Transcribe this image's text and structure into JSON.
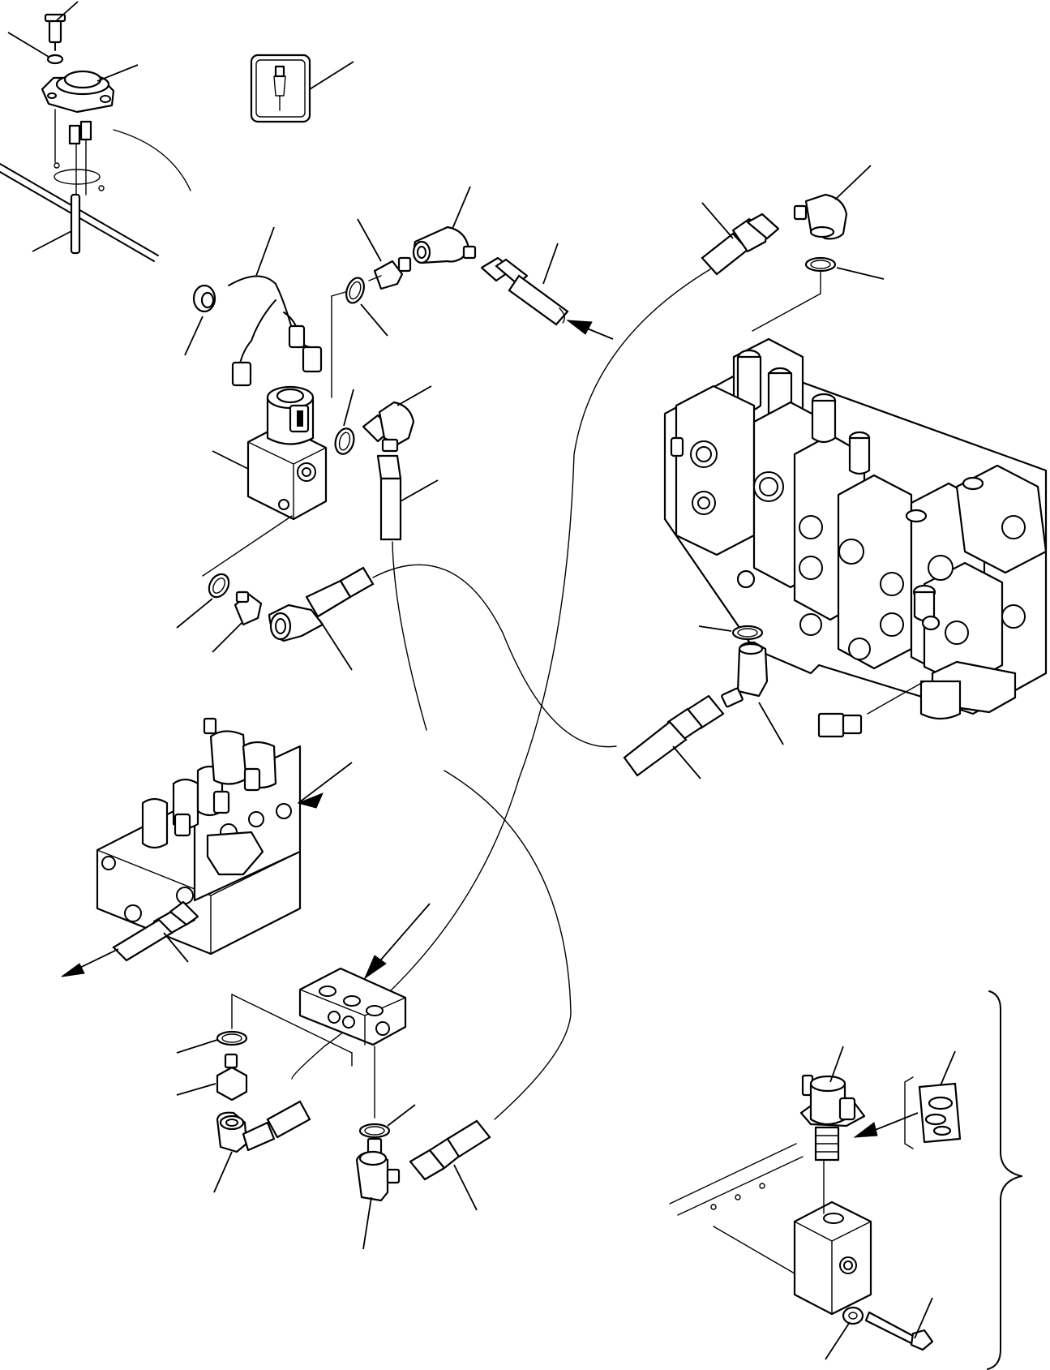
{
  "diagram": {
    "type": "exploded-parts-view",
    "line_color": "#000000",
    "background_color": "#ffffff",
    "callout_labels": [],
    "icons": [
      "hydraulic-symbol-icon",
      "seal-kit-icon"
    ],
    "components": [
      "screw",
      "washer",
      "flange-cap",
      "wire-harness",
      "clip",
      "solenoid-valve",
      "o-ring",
      "straight-adapter",
      "elbow-fitting",
      "hydraulic-hose",
      "control-valve-bank",
      "solenoid-valve-manifold",
      "distribution-block",
      "valve-block",
      "cartridge-valve",
      "bolt",
      "connector"
    ]
  }
}
